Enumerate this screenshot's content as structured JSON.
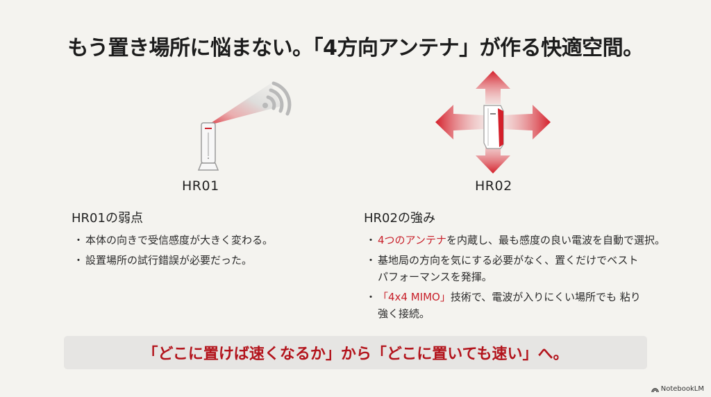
{
  "title": "もう置き場所に悩まない。「4方向アンテナ」が作る快適空間。",
  "left": {
    "model_label": "HR01",
    "section_title": "HR01の弱点",
    "bullets": [
      "本体の向きで受信感度が大きく変わる。",
      "設置場所の試行錯誤が必要だった。"
    ]
  },
  "right": {
    "model_label": "HR02",
    "section_title": "HR02の強み",
    "bullets": [
      {
        "highlight": "4つのアンテナ",
        "rest": "を内蔵し、最も感度の良い電波を自動で選択。"
      },
      {
        "highlight": "",
        "rest": "基地局の方向を気にする必要がなく、置くだけでベスト パフォーマンスを発揮。"
      },
      {
        "highlight": "「4x4 MIMO」",
        "rest": "技術で、電波が入りにくい場所でも 粘り強く接続。"
      }
    ]
  },
  "banner": "「どこに置けば速くなるか」から「どこに置いても速い」へ。",
  "brand": "NotebookLM",
  "bullet_char": "・",
  "colors": {
    "accent_red": "#c8202a",
    "background": "#f4f3ef",
    "banner_bg": "#e6e5e3"
  }
}
